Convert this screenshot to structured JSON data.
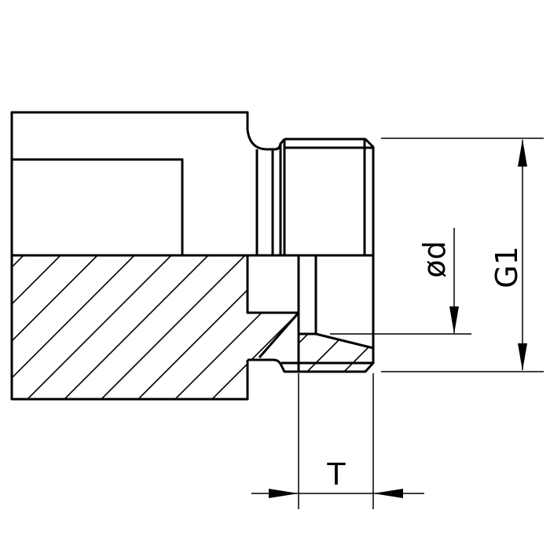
{
  "drawing": {
    "labels": {
      "bore_diameter": "ød",
      "thread_size": "G1",
      "thread_depth": "T"
    },
    "line_color": "#000000",
    "background": "#ffffff"
  }
}
